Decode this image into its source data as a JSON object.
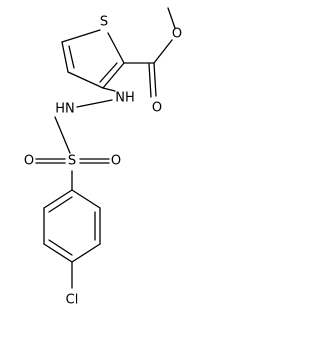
{
  "molecule": {
    "atoms": {
      "thiophene_sulfur": "S",
      "carbonyl_oxygen": "O",
      "ester_oxygen": "O",
      "amine_nh_upper": "NH",
      "amine_nh_lower": "HN",
      "sulfonyl_sulfur": "S",
      "sulfonyl_oxygen_left": "O",
      "sulfonyl_oxygen_right": "O",
      "chlorine": "Cl"
    }
  }
}
